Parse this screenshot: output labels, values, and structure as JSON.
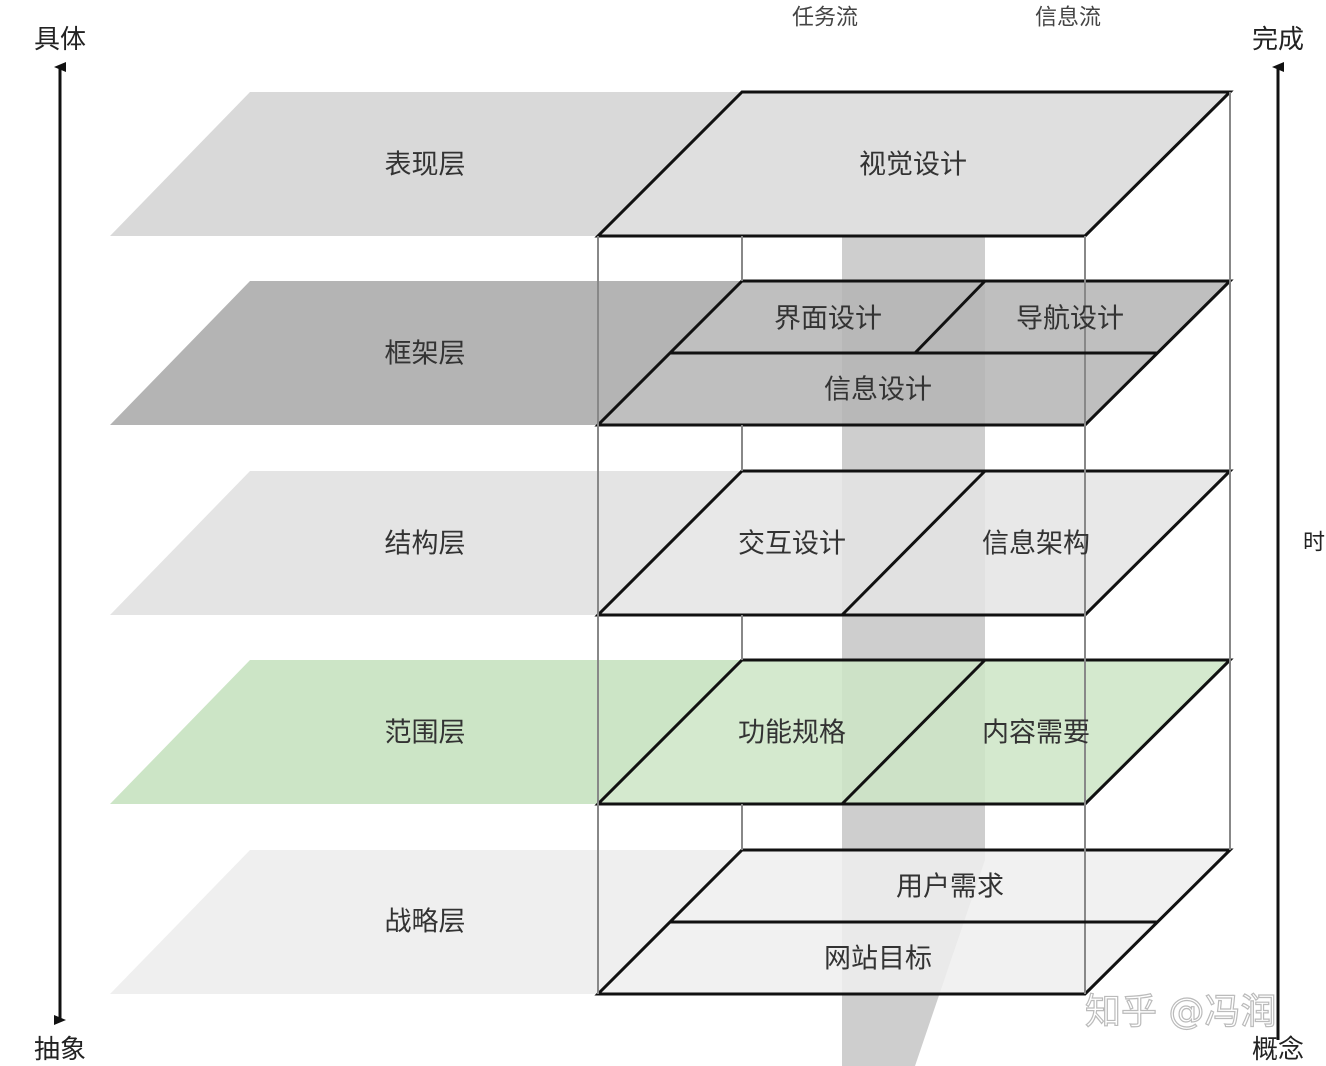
{
  "axes": {
    "left_top": "具体",
    "left_bottom": "抽象",
    "right_top": "完成",
    "right_bottom": "概念",
    "right_middle": "时"
  },
  "flows": {
    "task": "任务流",
    "info": "信息流"
  },
  "layers": [
    {
      "name": "表现层",
      "color": "#d9d9d9",
      "items": [
        "视觉设计"
      ]
    },
    {
      "name": "框架层",
      "color": "#b4b4b4",
      "items": [
        "界面设计",
        "导航设计",
        "信息设计"
      ]
    },
    {
      "name": "结构层",
      "color": "#e4e4e4",
      "items": [
        "交互设计",
        "信息架构"
      ]
    },
    {
      "name": "范围层",
      "color": "#cce5c6",
      "items": [
        "功能规格",
        "内容需要"
      ]
    },
    {
      "name": "战略层",
      "color": "#efefef",
      "items": [
        "用户需求",
        "网站目标"
      ]
    }
  ],
  "watermark": "知乎 @冯润"
}
